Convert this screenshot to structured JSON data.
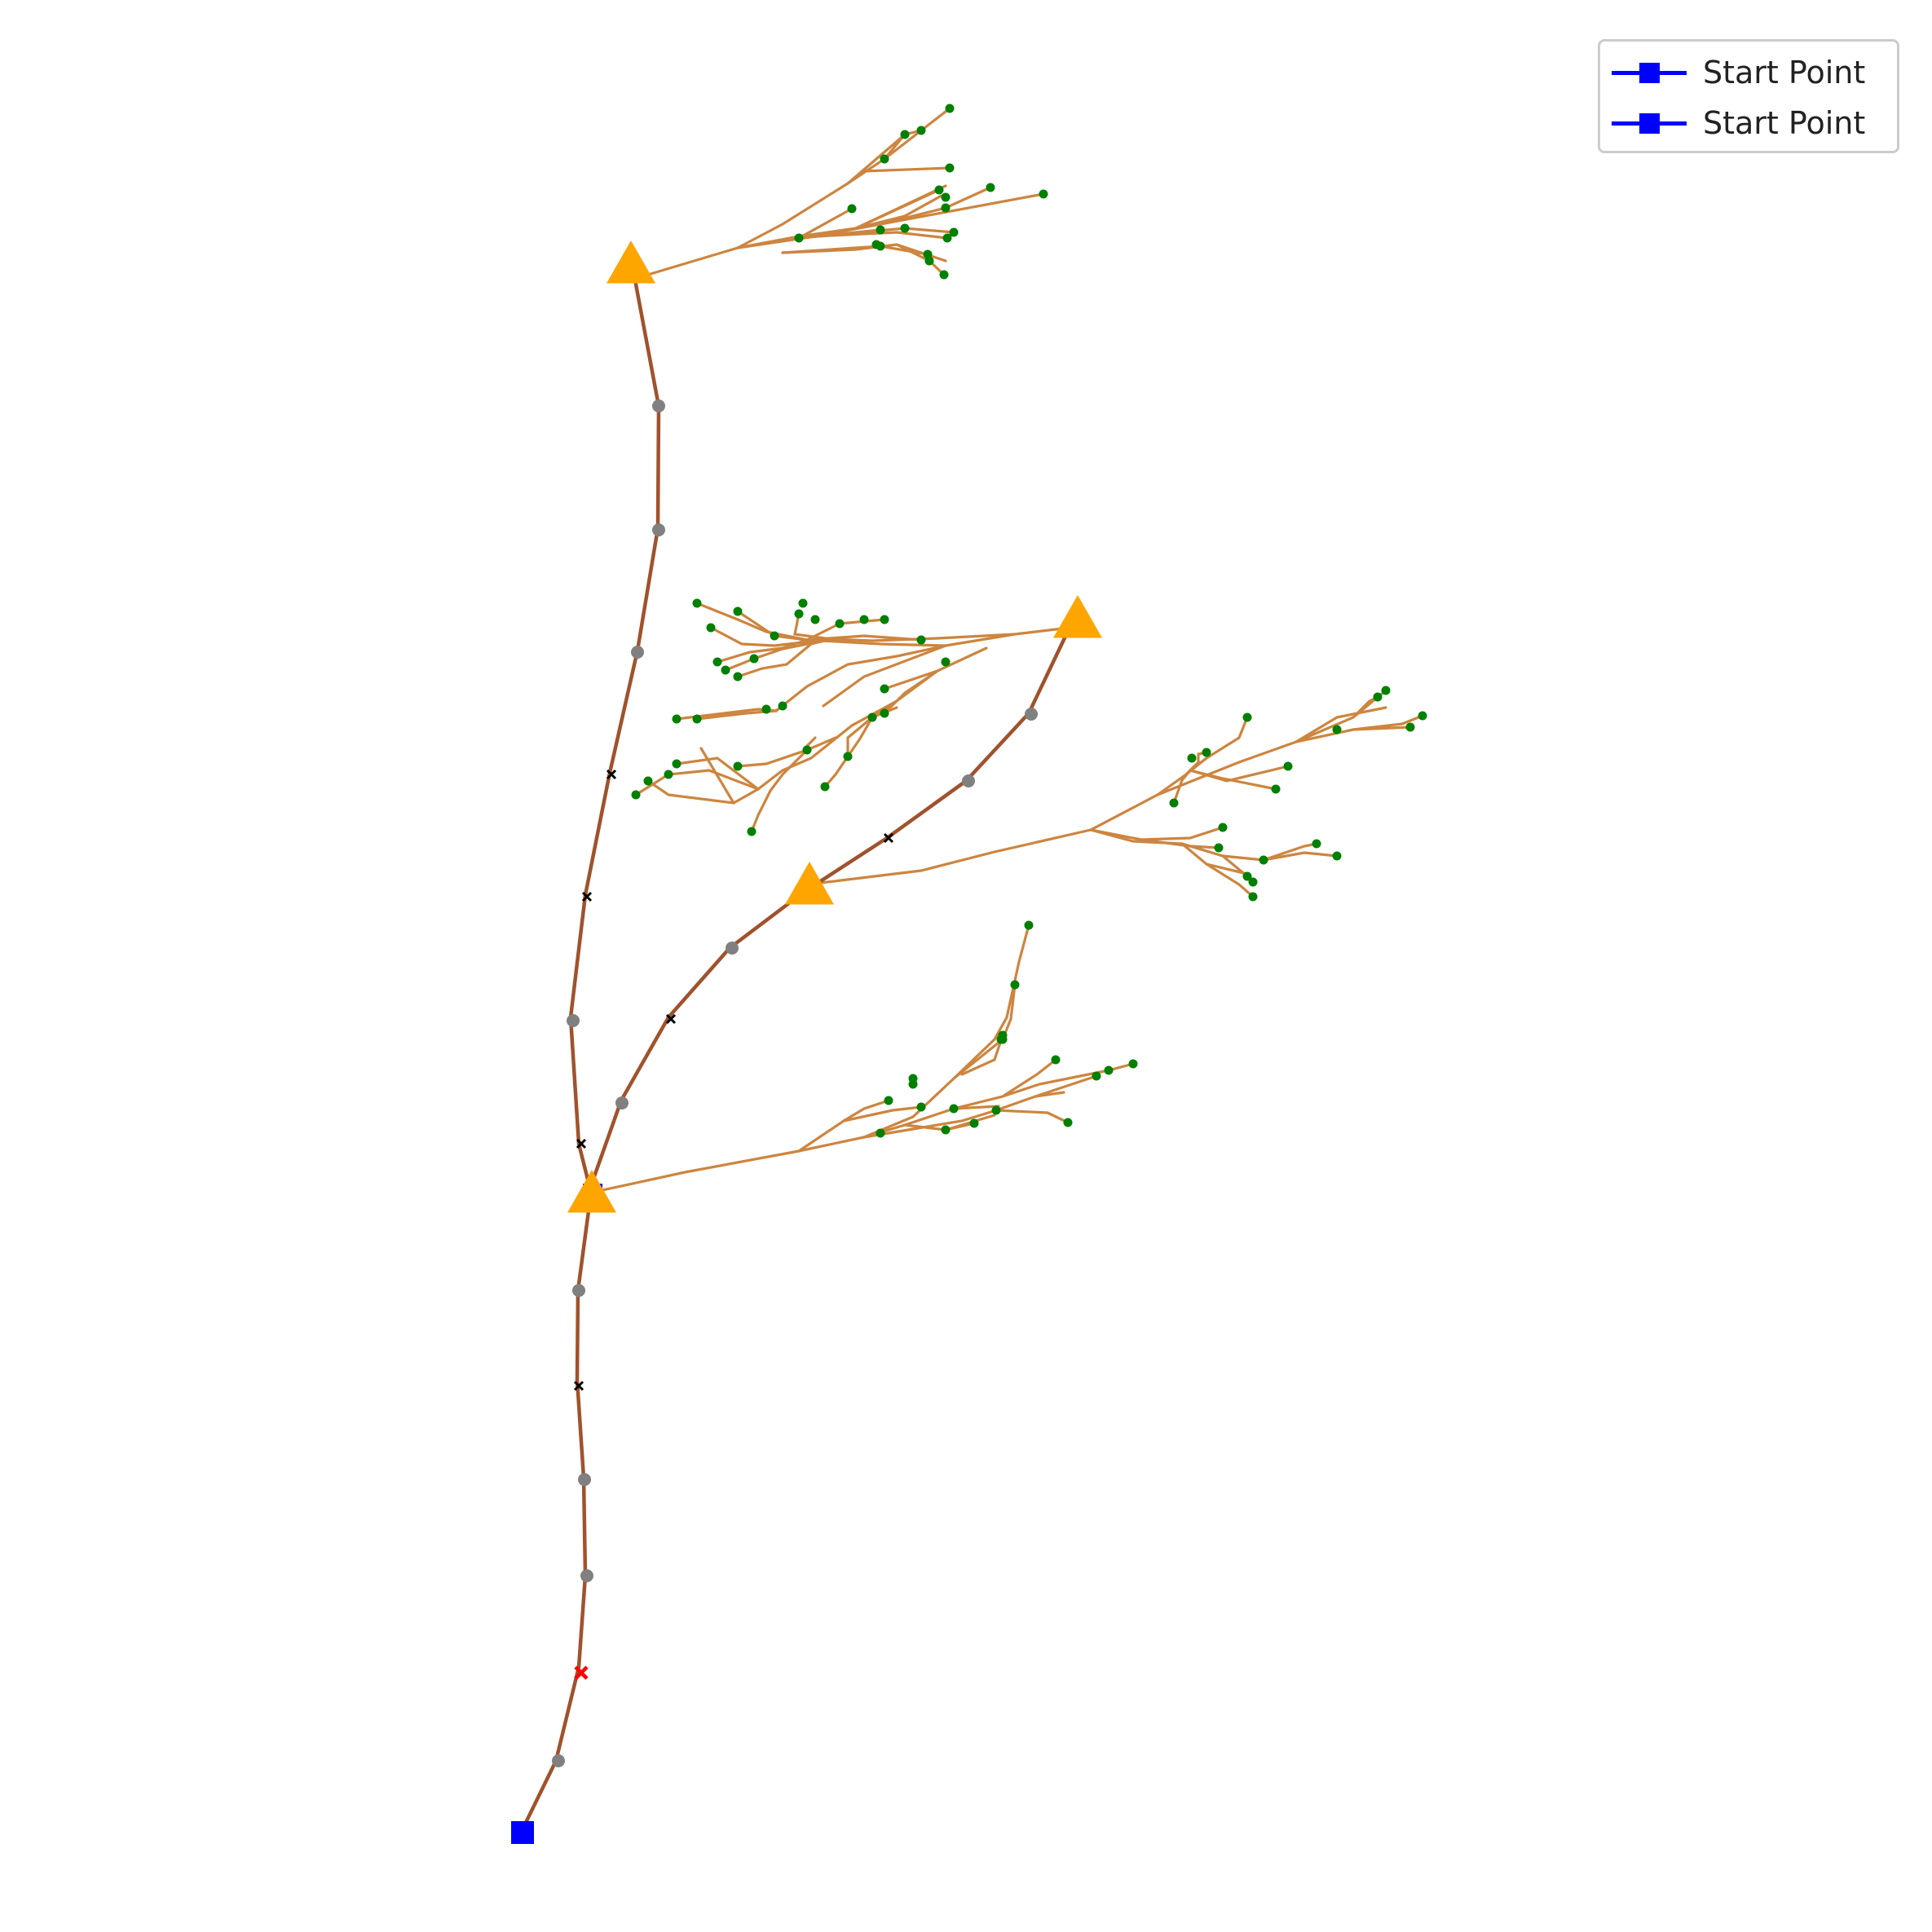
{
  "colors": {
    "trunk": "#a0522d",
    "twig": "#cd853f",
    "leaf": "#008000",
    "node": "#808080",
    "junction": "#ffa500",
    "start": "#0000ff",
    "cross": "#000000",
    "flag": "#ff0000"
  },
  "legend": {
    "items": [
      {
        "label": "Start Point",
        "color": "#0000ff",
        "marker": "square"
      },
      {
        "label": "Start Point",
        "color": "#0000ff",
        "marker": "square"
      }
    ]
  }
}
